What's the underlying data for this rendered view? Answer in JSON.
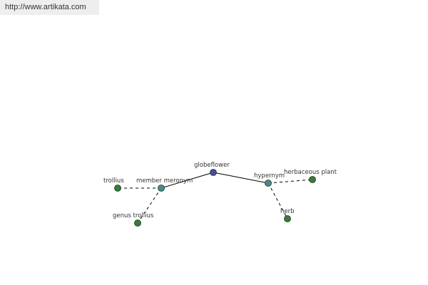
{
  "header": {
    "site_url": "http://www.artikata.com"
  },
  "diagram": {
    "nodes": [
      {
        "id": "globeflower",
        "label": "globeflower",
        "role": "center",
        "color": "#4a4a9a"
      },
      {
        "id": "member-meronym",
        "label": "member meronym",
        "role": "relation",
        "color": "#4a8a8a"
      },
      {
        "id": "hypernym",
        "label": "hypernym",
        "role": "relation",
        "color": "#4a8a8a"
      },
      {
        "id": "trollius",
        "label": "trollius",
        "role": "term",
        "color": "#3a7a3a"
      },
      {
        "id": "genus-trollius",
        "label": "genus trollius",
        "role": "term",
        "color": "#3a7a3a"
      },
      {
        "id": "herbaceous-plant",
        "label": "herbaceous plant",
        "role": "term",
        "color": "#3a7a3a"
      },
      {
        "id": "herb",
        "label": "herb",
        "role": "term",
        "color": "#3a7a3a"
      }
    ],
    "edges": [
      {
        "from": "globeflower",
        "to": "member-meronym",
        "style": "solid"
      },
      {
        "from": "globeflower",
        "to": "hypernym",
        "style": "solid"
      },
      {
        "from": "member-meronym",
        "to": "trollius",
        "style": "dashed"
      },
      {
        "from": "member-meronym",
        "to": "genus-trollius",
        "style": "dashed"
      },
      {
        "from": "hypernym",
        "to": "herbaceous-plant",
        "style": "dashed"
      },
      {
        "from": "hypernym",
        "to": "herb",
        "style": "dashed"
      }
    ]
  }
}
